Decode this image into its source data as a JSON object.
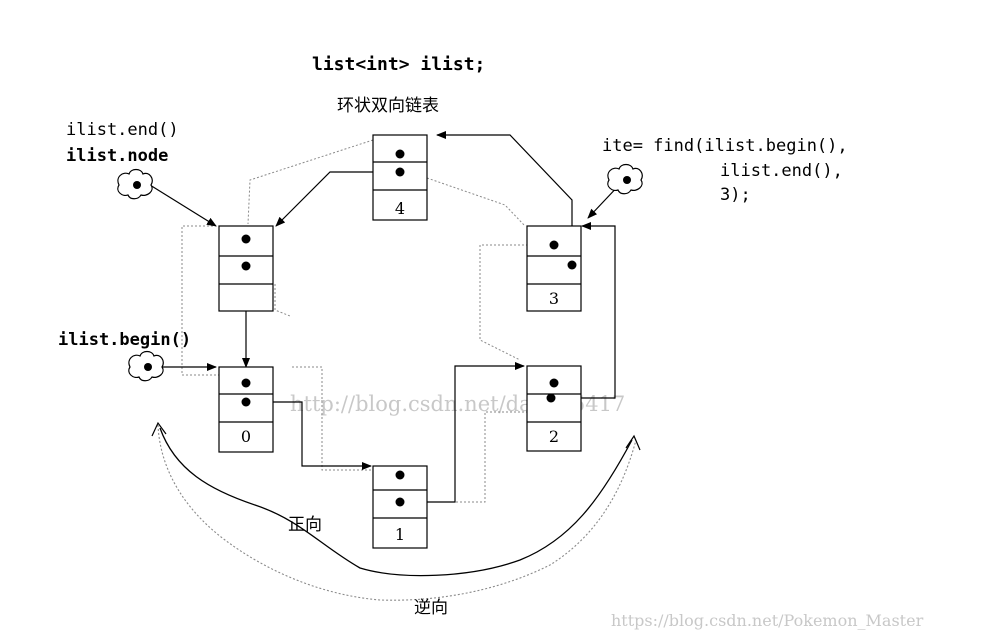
{
  "header": {
    "declaration": "list<int> ilist;",
    "subtitle": "环状双向链表"
  },
  "labels": {
    "end_line1": "ilist.end()",
    "end_line2": "ilist.node",
    "begin": "ilist.begin()",
    "find_line1": "ite= find(ilist.begin(),",
    "find_line2": "ilist.end(),",
    "find_line3": "3);",
    "forward": "正向",
    "reverse": "逆向"
  },
  "nodes": {
    "empty": "",
    "n0": "0",
    "n1": "1",
    "n2": "2",
    "n3": "3",
    "n4": "4"
  },
  "watermarks": {
    "center": "http://blog.csdn.net/dan875417",
    "corner": "https://blog.csdn.net/Pokemon_Master"
  },
  "colors": {
    "ink": "#000000",
    "dotted": "#8a8a8a",
    "watermark": "#c8c8c8"
  }
}
